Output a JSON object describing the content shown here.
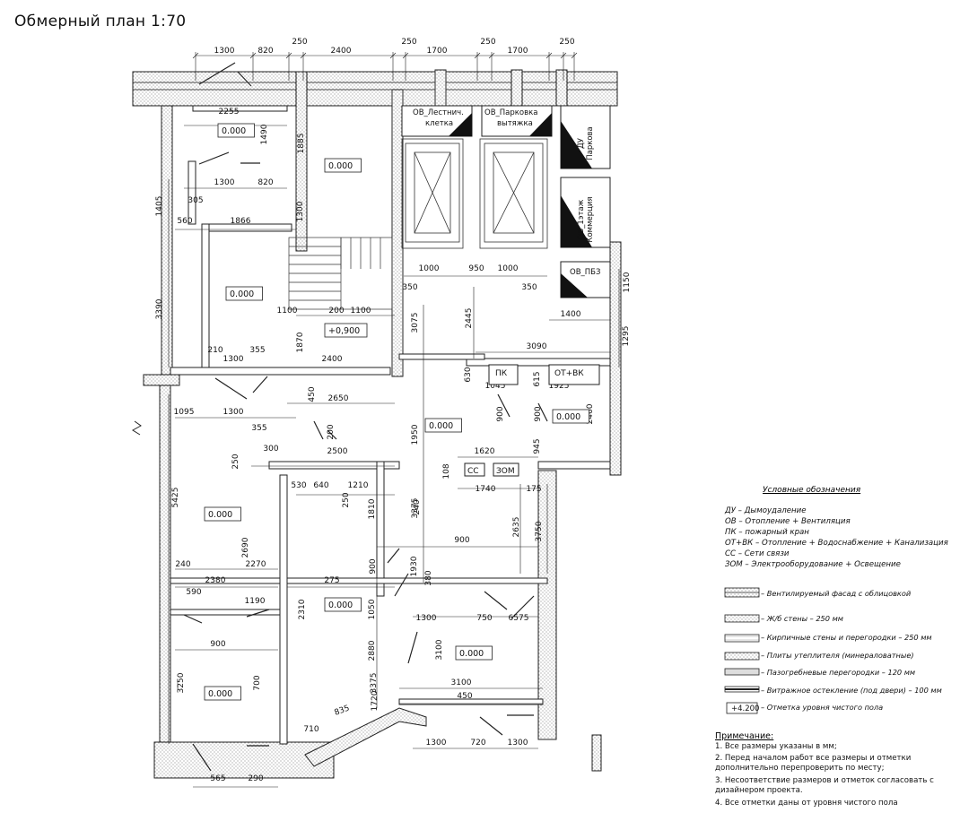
{
  "title": "Обмерный план 1:70",
  "rooms": [
    {
      "id": "r1",
      "level": "0.000"
    },
    {
      "id": "r2",
      "level": "0.000"
    },
    {
      "id": "r3",
      "level": "0.000"
    },
    {
      "id": "r4",
      "level": "+0,900"
    },
    {
      "id": "r5",
      "level": "0.000"
    },
    {
      "id": "r6",
      "level": "0.000"
    },
    {
      "id": "r7",
      "level": "0.000"
    },
    {
      "id": "r8",
      "level": "0.000"
    },
    {
      "id": "r9",
      "level": "0.000"
    },
    {
      "id": "r10",
      "level": "0.000"
    }
  ],
  "shafts": [
    {
      "id": "s1",
      "label": "ОВ_Лестнич. клетка",
      "line1": "ОВ_Лестнич.",
      "line2": "клетка"
    },
    {
      "id": "s2",
      "label": "ОВ_Парковка вытяжка",
      "line1": "ОВ_Парковка",
      "line2": "вытяжка"
    },
    {
      "id": "s3",
      "label": "ДУ Паркова",
      "line1": "ДУ",
      "line2": "Паркова"
    },
    {
      "id": "s4",
      "label": "ОВ_1этаж Коммерция",
      "line1": "ОВ_1этаж",
      "line2": "Коммерция"
    },
    {
      "id": "s5",
      "label": "ОВ_ПБЗ",
      "line1": "ОВ_ПБЗ",
      "line2": ""
    }
  ],
  "labels": {
    "pk": "ПК",
    "ot_vk": "ОТ+ВК",
    "ss": "СС",
    "zom": "ЗОМ"
  },
  "dims": {
    "top": [
      "1300",
      "820",
      "250",
      "2400",
      "250",
      "1700",
      "250",
      "1700",
      "250"
    ],
    "misc": [
      "2255",
      "1490",
      "1885",
      "1300",
      "820",
      "305",
      "1405",
      "560",
      "1866",
      "1300",
      "1000",
      "950",
      "1000",
      "350",
      "350",
      "1150",
      "1100",
      "200",
      "1100",
      "2445",
      "1400",
      "1295",
      "3390",
      "1870",
      "3075",
      "210",
      "355",
      "1300",
      "2400",
      "3090",
      "630",
      "1045",
      "615",
      "1925",
      "450",
      "2650",
      "1095",
      "1300",
      "355",
      "900",
      "900",
      "2460",
      "300",
      "200",
      "2500",
      "1620",
      "945",
      "250",
      "1950",
      "108",
      "1740",
      "175",
      "530",
      "640",
      "1210",
      "250",
      "1810",
      "5425",
      "3375",
      "2690",
      "2635",
      "3750",
      "900",
      "900",
      "1930",
      "240",
      "240",
      "2270",
      "2380",
      "275",
      "380",
      "590",
      "1190",
      "1050",
      "1300",
      "750",
      "6575",
      "2310",
      "900",
      "2880",
      "3100",
      "3250",
      "700",
      "3375",
      "3100",
      "450",
      "1720",
      "835",
      "710",
      "1300",
      "720",
      "1300",
      "565",
      "290"
    ]
  },
  "legend": {
    "title": "Условные обозначения",
    "abbreviations": [
      "ДУ – Дымоудаление",
      "ОВ – Отопление + Вентиляция",
      "ПК – пожарный кран",
      "ОТ+ВК – Отопление + Водоснабжение + Канализация",
      "СС – Сети связи",
      "ЗОМ – Электрооборудование + Освещение"
    ],
    "items": [
      {
        "label": "– Вентилируемый фасад с облицовкой"
      },
      {
        "label": "– Ж/б стены – 250 мм"
      },
      {
        "label": "– Кирпичные стены и перегородки – 250 мм"
      },
      {
        "label": "– Плиты утеплителя (минераловатные)"
      },
      {
        "label": "– Пазогребневые перегородки – 120 мм"
      },
      {
        "label": "– Витражное остекление (под двери) – 100 мм"
      },
      {
        "label": "– Отметка уровня чистого пола",
        "sample": "+4.200"
      }
    ]
  },
  "notes": {
    "title": "Примечание:",
    "items": [
      "1. Все размеры указаны в мм;",
      "2. Перед началом работ все размеры и отметки дополнительно перепроверить по месту;",
      "3. Несоответствие размеров и отметок согласовать с дизайнером проекта.",
      "4. Все отметки даны от уровня чистого пола"
    ]
  }
}
